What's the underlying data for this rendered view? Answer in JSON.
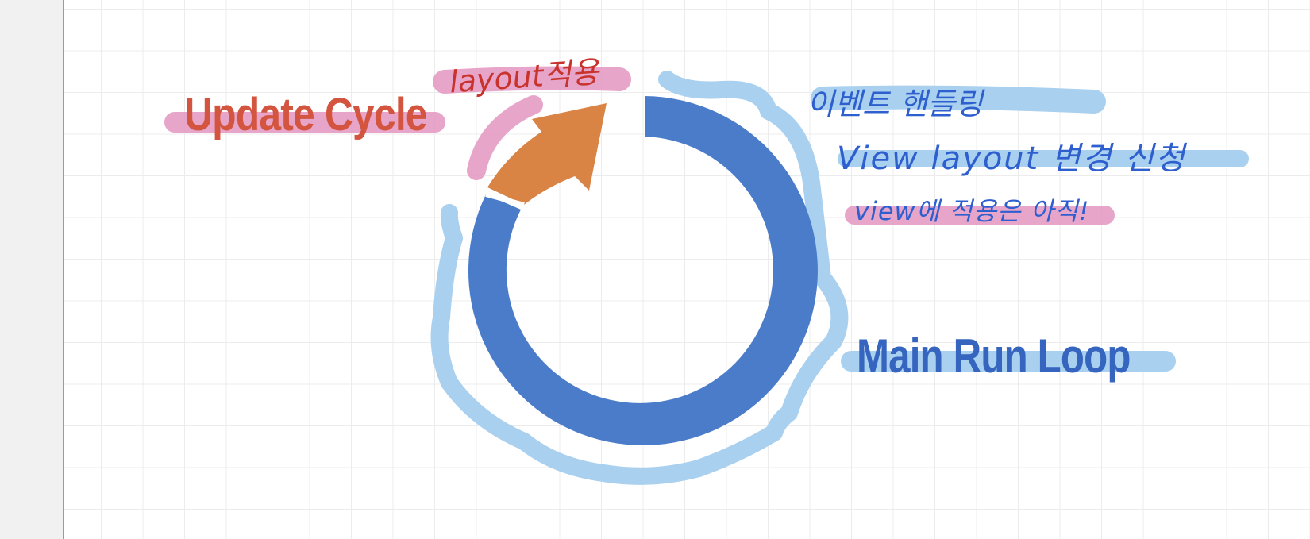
{
  "diagram": {
    "title_left": "Update Cycle",
    "title_right": "Main Run Loop",
    "annotations": {
      "layout_apply": "layout적용",
      "event_handling": "이벤트 핸들링",
      "view_layout_change": "View layout 변경 신청",
      "not_applied_yet": "view에 적용은 아직!"
    }
  },
  "colors": {
    "ring_blue": "#4a7cc9",
    "arrow_orange": "#d98445",
    "highlight_blue": "#a9d0ef",
    "highlight_pink": "#e59bc4",
    "ink_red": "#c8332d",
    "ink_blue": "#2e5fcf"
  }
}
